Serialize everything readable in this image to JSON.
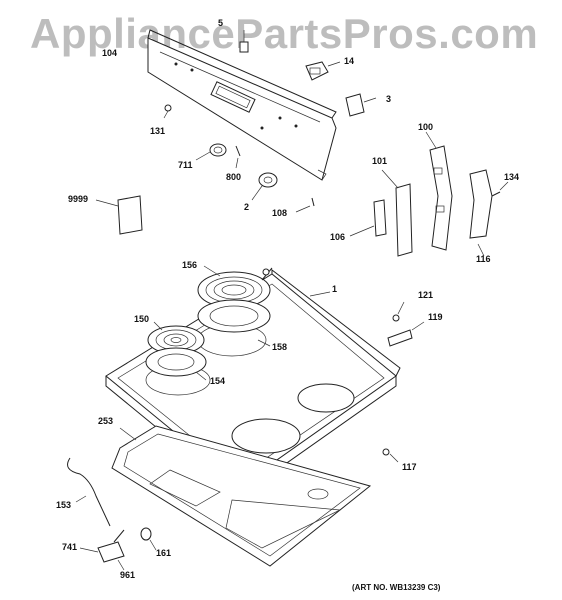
{
  "watermark": "AppliancePartsPros.com",
  "art_number": "(ART NO. WB13239 C3)",
  "parts": {
    "p5": "5",
    "p104": "104",
    "p14": "14",
    "p3": "3",
    "p131": "131",
    "p100": "100",
    "p711": "711",
    "p800": "800",
    "p101": "101",
    "p134": "134",
    "p9999": "9999",
    "p2": "2",
    "p108": "108",
    "p106": "106",
    "p116": "116",
    "p156": "156",
    "p1": "1",
    "p121": "121",
    "p150": "150",
    "p158": "158",
    "p119": "119",
    "p154": "154",
    "p253": "253",
    "p117": "117",
    "p153": "153",
    "p741": "741",
    "p161": "161",
    "p961": "961"
  }
}
